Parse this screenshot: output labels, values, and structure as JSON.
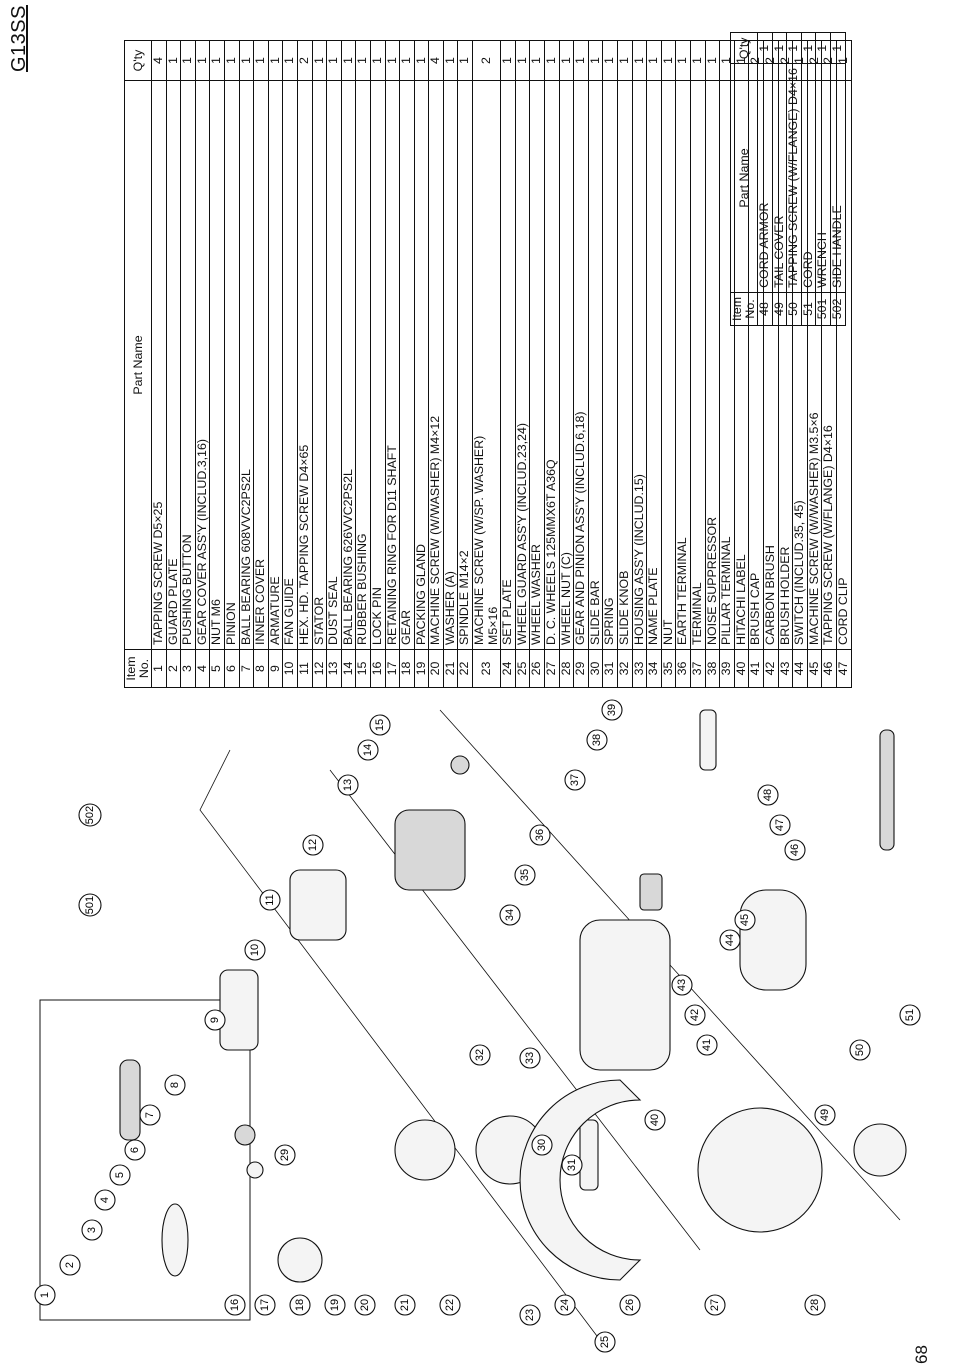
{
  "model": "G13SS",
  "page_number": "68",
  "table_headers": {
    "item_no_line1": "Item",
    "item_no_line2": "No.",
    "part_name": "Part Name",
    "qty": "Q'ty"
  },
  "parts_main": [
    {
      "no": "1",
      "name": "TAPPING SCREW D5×25",
      "qty": "4"
    },
    {
      "no": "2",
      "name": "GUARD PLATE",
      "qty": "1"
    },
    {
      "no": "3",
      "name": "PUSHING BUTTON",
      "qty": "1"
    },
    {
      "no": "4",
      "name": "GEAR COVER ASS'Y (INCLUD.3,16)",
      "qty": "1"
    },
    {
      "no": "5",
      "name": "NUT M6",
      "qty": "1"
    },
    {
      "no": "6",
      "name": "PINION",
      "qty": "1"
    },
    {
      "no": "7",
      "name": "BALL BEARING 608VVC2PS2L",
      "qty": "1"
    },
    {
      "no": "8",
      "name": "INNER COVER",
      "qty": "1"
    },
    {
      "no": "9",
      "name": "ARMATURE",
      "qty": "1"
    },
    {
      "no": "10",
      "name": "FAN GUIDE",
      "qty": "1"
    },
    {
      "no": "11",
      "name": "HEX. HD. TAPPING SCREW D4×65",
      "qty": "2"
    },
    {
      "no": "12",
      "name": "STATOR",
      "qty": "1"
    },
    {
      "no": "13",
      "name": "DUST SEAL",
      "qty": "1"
    },
    {
      "no": "14",
      "name": "BALL BEARING 626VVC2PS2L",
      "qty": "1"
    },
    {
      "no": "15",
      "name": "RUBBER BUSHING",
      "qty": "1"
    },
    {
      "no": "16",
      "name": "LOCK PIN",
      "qty": "1"
    },
    {
      "no": "17",
      "name": "RETAINING RING FOR D11 SHAFT",
      "qty": "1"
    },
    {
      "no": "18",
      "name": "GEAR",
      "qty": "1"
    },
    {
      "no": "19",
      "name": "PACKING GLAND",
      "qty": "1"
    },
    {
      "no": "20",
      "name": "MACHINE SCREW (W/WASHER) M4×12",
      "qty": "4"
    },
    {
      "no": "21",
      "name": "WASHER (A)",
      "qty": "1"
    },
    {
      "no": "22",
      "name": "SPINDLE M14×2",
      "qty": "1"
    },
    {
      "no": "23",
      "name": "MACHINE SCREW (W/SP. WASHER)",
      "name2": "M5×16",
      "qty": "2"
    },
    {
      "no": "24",
      "name": "SET PLATE",
      "qty": "1"
    },
    {
      "no": "25",
      "name": "WHEEL GUARD ASS'Y (INCLUD.23,24)",
      "qty": "1"
    },
    {
      "no": "26",
      "name": "WHEEL WASHER",
      "qty": "1"
    },
    {
      "no": "27",
      "name": "D. C. WHEELS 125MMX6T A36Q",
      "qty": "1"
    },
    {
      "no": "28",
      "name": "WHEEL NUT (C)",
      "qty": "1"
    },
    {
      "no": "29",
      "name": "GEAR AND PINION ASS'Y (INCLUD.6,18)",
      "qty": "1"
    },
    {
      "no": "30",
      "name": "SLIDE BAR",
      "qty": "1"
    },
    {
      "no": "31",
      "name": "SPRING",
      "qty": "1"
    },
    {
      "no": "32",
      "name": "SLIDE KNOB",
      "qty": "1"
    },
    {
      "no": "33",
      "name": "HOUSING ASS'Y (INCLUD.15)",
      "qty": "1"
    },
    {
      "no": "34",
      "name": "NAME PLATE",
      "qty": "1"
    },
    {
      "no": "35",
      "name": "NUT",
      "qty": "1"
    },
    {
      "no": "36",
      "name": "EARTH TERMINAL",
      "qty": "1"
    },
    {
      "no": "37",
      "name": "TERMINAL",
      "qty": "1"
    },
    {
      "no": "38",
      "name": "NOISE SUPPRESSOR",
      "qty": "1"
    },
    {
      "no": "39",
      "name": "PILLAR TERMINAL",
      "qty": "1"
    },
    {
      "no": "40",
      "name": "HITACHI LABEL",
      "qty": "1"
    },
    {
      "no": "41",
      "name": "BRUSH CAP",
      "qty": "2"
    },
    {
      "no": "42",
      "name": "CARBON BRUSH",
      "qty": "2"
    },
    {
      "no": "43",
      "name": "BRUSH HOLDER",
      "qty": "2"
    },
    {
      "no": "44",
      "name": "SWITCH (INCLUD.35, 45)",
      "qty": "1"
    },
    {
      "no": "45",
      "name": "MACHINE SCREW (W/WASHER) M3.5×6",
      "qty": "2"
    },
    {
      "no": "46",
      "name": "TAPPING SCREW (W/FLANGE) D4×16",
      "qty": "2"
    },
    {
      "no": "47",
      "name": "CORD CLIP",
      "qty": "1"
    }
  ],
  "parts_extra": [
    {
      "no": "48",
      "name": "CORD ARMOR",
      "qty": "1"
    },
    {
      "no": "49",
      "name": "TAIL COVER",
      "qty": "1"
    },
    {
      "no": "50",
      "name": "TAPPING SCREW (W/FLANGE) D4×16",
      "qty": "1"
    },
    {
      "no": "51",
      "name": "CORD",
      "qty": "1"
    },
    {
      "no": "501",
      "name": "WRENCH",
      "qty": "1"
    },
    {
      "no": "502",
      "name": "SIDE HANDLE",
      "qty": "1"
    }
  ],
  "callouts": [
    "1",
    "2",
    "3",
    "4",
    "5",
    "6",
    "7",
    "8",
    "9",
    "10",
    "11",
    "12",
    "13",
    "14",
    "15",
    "16",
    "17",
    "18",
    "19",
    "20",
    "21",
    "22",
    "23",
    "24",
    "25",
    "26",
    "27",
    "28",
    "29",
    "30",
    "31",
    "32",
    "33",
    "34",
    "35",
    "36",
    "37",
    "38",
    "39",
    "40",
    "41",
    "42",
    "43",
    "44",
    "45",
    "46",
    "47",
    "48",
    "49",
    "50",
    "51",
    "501",
    "502"
  ]
}
